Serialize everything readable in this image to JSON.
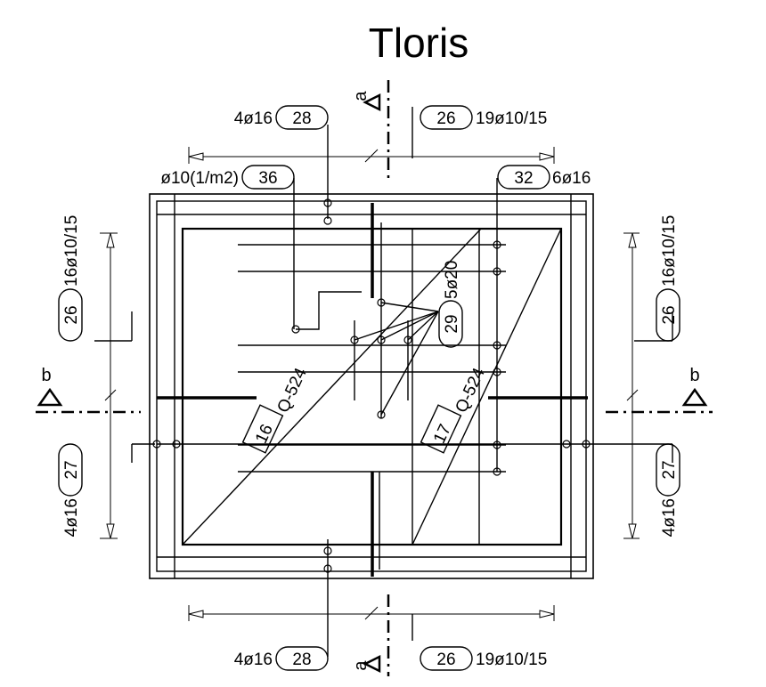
{
  "title": "Tloris",
  "section_letters": {
    "a": "a",
    "b": "b"
  },
  "labels": {
    "top_left_bar": "4ø16",
    "top_left_pos": "28",
    "top_right_pos": "26",
    "top_right_bar": "19ø10/15",
    "mesh_anchor": "ø10(1/m2)",
    "mesh_anchor_pos": "36",
    "top_right2_pos": "32",
    "top_right2_bar": "6ø16",
    "left_upper_pos": "26",
    "left_upper_bar": "16ø10/15",
    "left_lower_pos": "27",
    "left_lower_bar": "4ø16",
    "right_upper_pos": "26",
    "right_upper_bar": "16ø10/15",
    "right_lower_pos": "27",
    "right_lower_bar": "4ø16",
    "center_pos": "29",
    "center_bar": "5ø20",
    "mesh_left_pos": "16",
    "mesh_left_type": "Q-524",
    "mesh_right_pos": "17",
    "mesh_right_type": "Q-524",
    "bottom_left_bar": "4ø16",
    "bottom_left_pos": "28",
    "bottom_right_pos": "26",
    "bottom_right_bar": "19ø10/15"
  }
}
